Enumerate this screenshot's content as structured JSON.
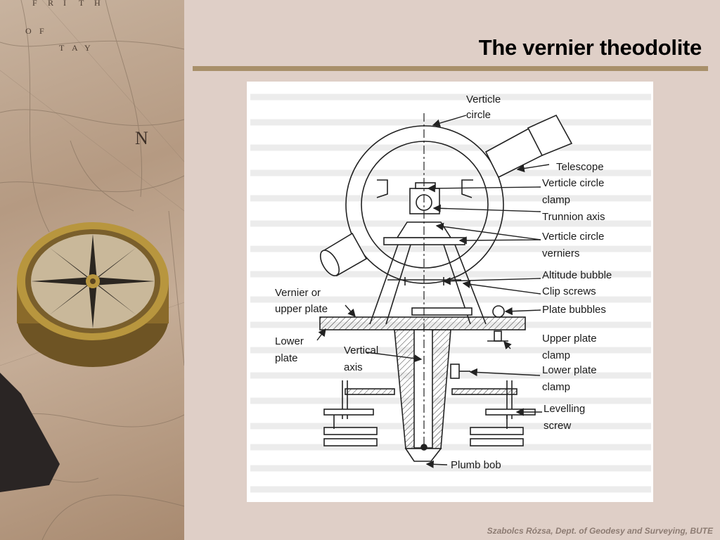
{
  "slide": {
    "title": "The vernier theodolite",
    "footer": "Szabolcs Rózsa, Dept. of Geodesy and Surveying, BUTE"
  },
  "background": {
    "map_letters": [
      "F",
      "R",
      "I",
      "T",
      "H",
      "O",
      "F",
      "T",
      "A",
      "Y"
    ],
    "compass_letter": "N"
  },
  "diagram": {
    "labels": {
      "verticle_circle": [
        "Verticle",
        "circle"
      ],
      "telescope": "Telescope",
      "verticle_circle_clamp": [
        "Verticle circle",
        "clamp"
      ],
      "trunnion_axis": "Trunnion axis",
      "verticle_circle_verniers": [
        "Verticle circle",
        "verniers"
      ],
      "altitude_bubble": "Altitude bubble",
      "clip_screws": "Clip screws",
      "plate_bubbles": "Plate bubbles",
      "vernier_upper_plate": [
        "Vernier or",
        "upper plate"
      ],
      "lower_plate": [
        "Lower",
        "plate"
      ],
      "vertical_axis": [
        "Vertical",
        "axis"
      ],
      "upper_plate_clamp": [
        "Upper plate",
        "clamp"
      ],
      "lower_plate_clamp": [
        "Lower plate",
        "clamp"
      ],
      "levelling_screw": [
        "Levelling",
        "screw"
      ],
      "plumb_bob": "Plumb bob"
    }
  },
  "colors": {
    "slide_bg": "#dfcfc7",
    "rule": "#a8906a",
    "footer": "#8d7c73"
  }
}
